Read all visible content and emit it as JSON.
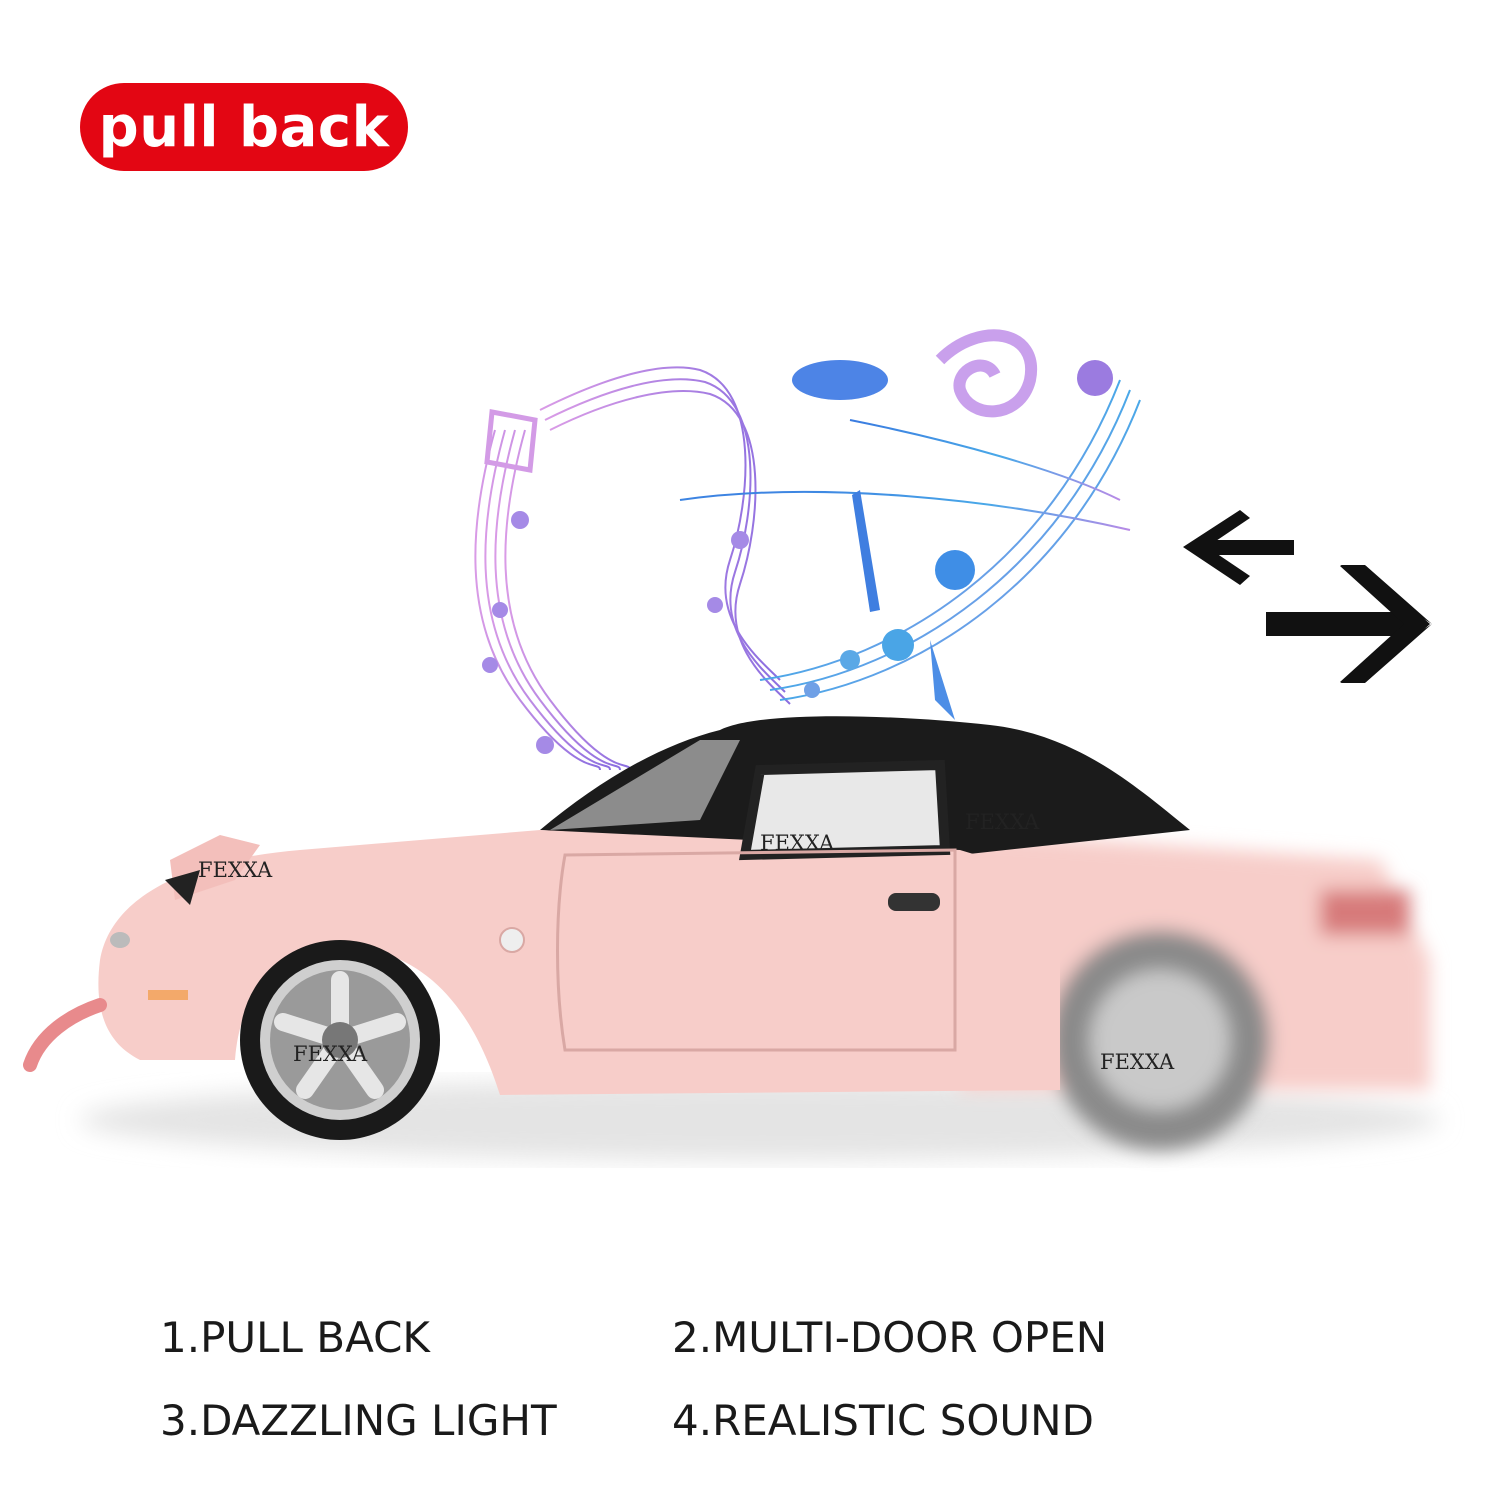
{
  "badge": {
    "label": "pull back",
    "color": "#e30613"
  },
  "features": [
    {
      "label": "1.PULL BACK"
    },
    {
      "label": "2.MULTI-DOOR OPEN"
    },
    {
      "label": "3.DAZZLING LIGHT"
    },
    {
      "label": "4.REALISTIC SOUND"
    }
  ],
  "watermarks": [
    "FEXXA",
    "FEXXA",
    "FEXXA",
    "FEXXA",
    "FEXXA"
  ],
  "icons": [
    "music-notes-icon",
    "bidirectional-arrow-icon"
  ],
  "colors": {
    "car_body": "#f7cdc9",
    "roof": "#1b1b1b"
  }
}
